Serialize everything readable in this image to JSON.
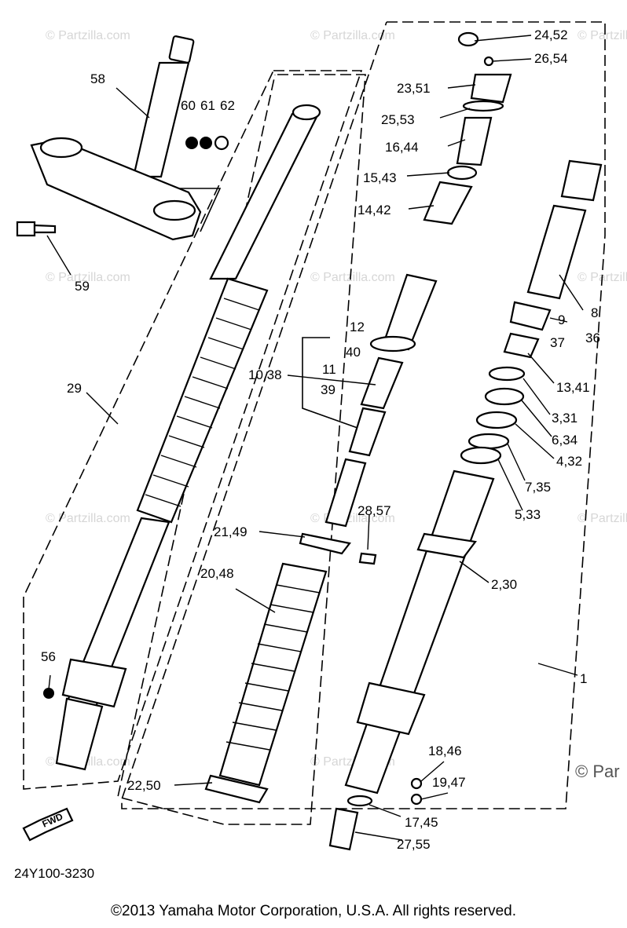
{
  "watermark": "© Partzilla.com",
  "watermark_cut": "© Par",
  "diagram_code": "24Y100-3230",
  "fwd_label": "FWD",
  "copyright": "©2013  Yamaha Motor Corporation, U.S.A. All rights reserved.",
  "callouts": {
    "c58": "58",
    "c60": "60",
    "c61": "61",
    "c62": "62",
    "c59": "59",
    "c29": "29",
    "c56": "56",
    "c24_52": "24,52",
    "c26_54": "26,54",
    "c23_51": "23,51",
    "c25_53": "25,53",
    "c16_44": "16,44",
    "c15_43": "15,43",
    "c14_42": "14,42",
    "c12": "12",
    "c40": "40",
    "c10_38": "10,38",
    "c11": "11",
    "c39": "39",
    "c21_49": "21,49",
    "c28_57": "28,57",
    "c20_48": "20,48",
    "c22_50": "22,50",
    "c18_46": "18,46",
    "c19_47": "19,47",
    "c17_45": "17,45",
    "c27_55": "27,55",
    "c8": "8",
    "c36": "36",
    "c9": "9",
    "c37": "37",
    "c13_41": "13,41",
    "c3_31": "3,31",
    "c6_34": "6,34",
    "c4_32": "4,32",
    "c7_35": "7,35",
    "c5_33": "5,33",
    "c2_30": "2,30",
    "c1": "1"
  }
}
